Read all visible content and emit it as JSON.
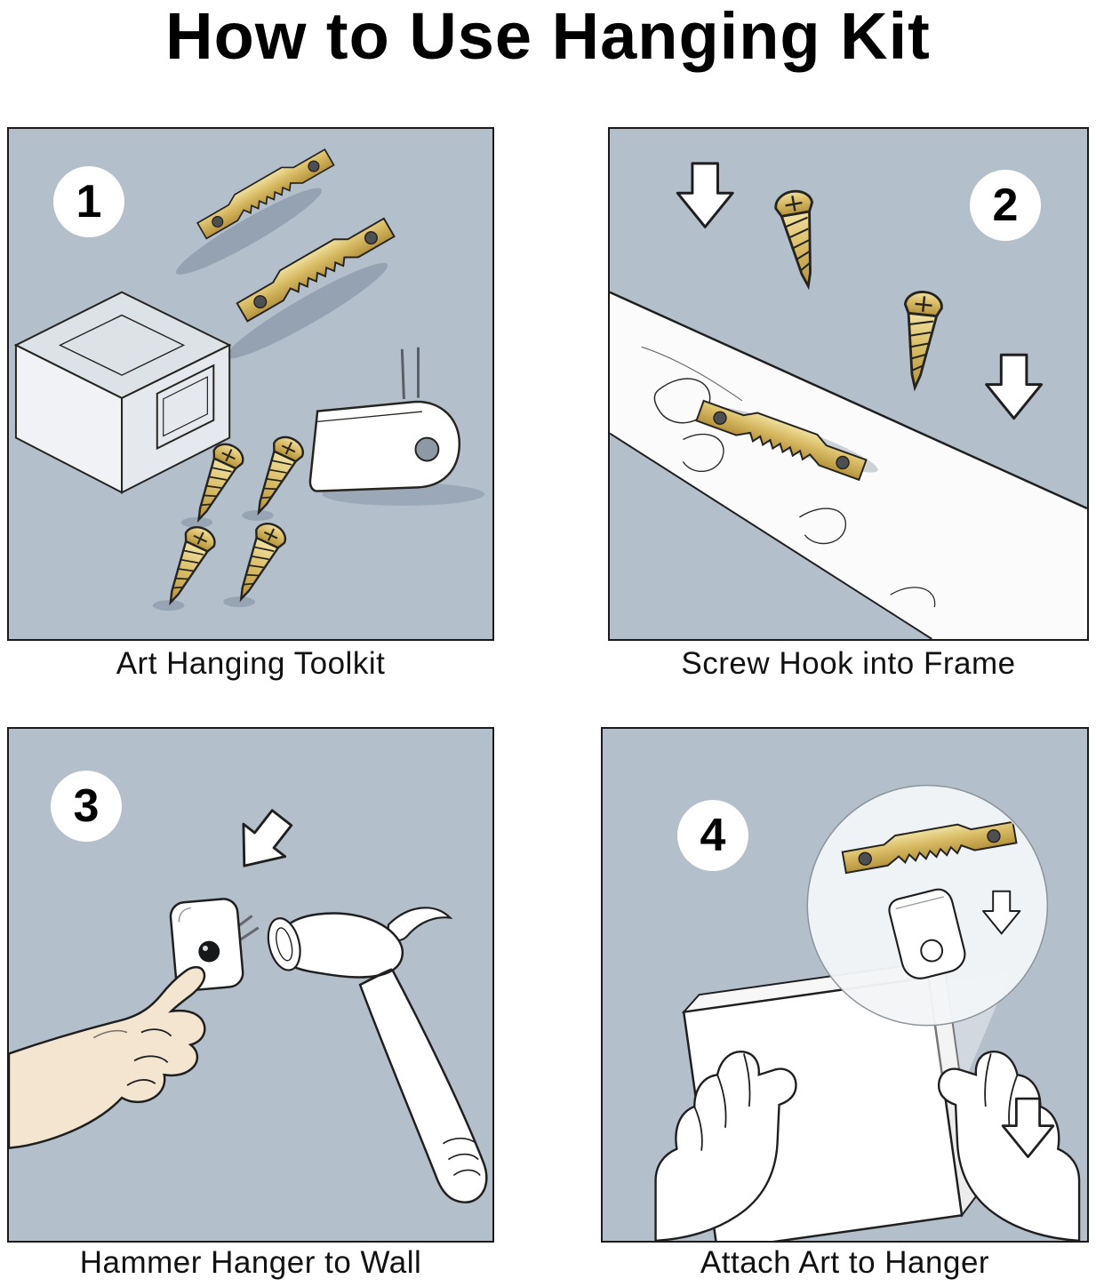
{
  "title": "How to Use Hanging  Kit",
  "panels": [
    {
      "number": "1",
      "caption": "Art Hanging Toolkit"
    },
    {
      "number": "2",
      "caption": "Screw Hook into Frame"
    },
    {
      "number": "3",
      "caption": "Hammer Hanger to Wall"
    },
    {
      "number": "4",
      "caption": "Attach Art to Hanger"
    }
  ],
  "colors": {
    "panel_background": "#b3bfcb",
    "brass": "#d9bc66",
    "skin": "#f4e5d1",
    "outline": "#1f1f1f",
    "page_background": "#ffffff"
  }
}
